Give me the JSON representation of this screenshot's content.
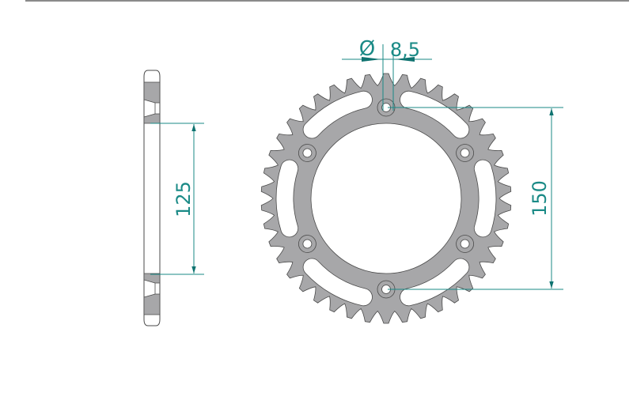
{
  "drawing": {
    "title": "Rear sprocket technical drawing",
    "colors": {
      "metal": "#a7a7a9",
      "outline": "#4a4a4a",
      "dimension": "#1a8a86",
      "arrow": "#0f7370",
      "border": "#8a8a8a"
    },
    "sprocket": {
      "teeth": 42,
      "bolt_holes": 6,
      "lightening_slots": 6
    },
    "dimensions": {
      "bolt_hole_symbol": "Ø",
      "bolt_hole_diameter": "8,5",
      "bolt_circle_vertical": "150",
      "side_view_height": "125"
    }
  }
}
